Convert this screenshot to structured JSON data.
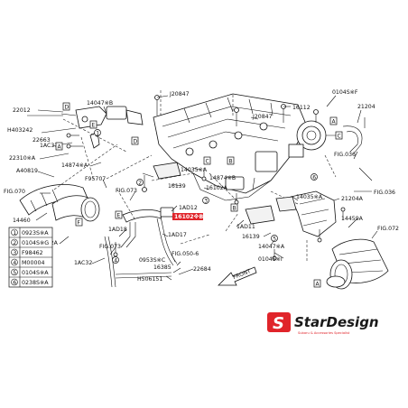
{
  "labels": {
    "l22012": "22012",
    "l14047B": "14047※B",
    "l22663": "22663",
    "lH403242": "H403242",
    "l1AC31": "1AC31",
    "l22310A": "22310※A",
    "lA40819": "A40819",
    "lFIG070": "FIG.070",
    "l14874A": "14874※A",
    "lF95707": "F95707",
    "lFIG073a": "FIG.073",
    "l14460": "14460",
    "l16102A1": "16102A",
    "l1AD18": "1AD18",
    "lFIG073b": "FIG.073",
    "l1AC32": "1AC32",
    "lJ20847a": "J20847",
    "lJ20847b": "J20847",
    "l16112": "16112",
    "l0104SF": "0104S※F",
    "l21204": "21204",
    "l14035A1": "14035※A",
    "l16139a": "16139",
    "l16102A2": "16102A",
    "l14874B": "14874※B",
    "l14035A2": "14035※A",
    "l21204A": "21204A",
    "lFIG036a": "FIG.036",
    "lFIG036b": "FIG.036",
    "l1AD12": "1AD12",
    "lRed": "16102※B",
    "l1AD11": "1AD11",
    "l1AD17": "1AD17",
    "lFIG050": "FIG.050-6",
    "l0953SC": "0953S※C",
    "l16385": "16385",
    "l22684": "22684",
    "lH506151": "H506151",
    "l16139b": "16139",
    "l14047A": "14047※A",
    "l0104SI": "0104S※I",
    "l14459A": "14459A",
    "lFIG072": "FIG.072",
    "lFRONT": "FRONT"
  },
  "legend": [
    {
      "num": "1",
      "code": "0923S※A"
    },
    {
      "num": "2",
      "code": "0104S※G"
    },
    {
      "num": "3",
      "code": "F98462"
    },
    {
      "num": "4",
      "code": "M00004"
    },
    {
      "num": "5",
      "code": "0104S※A"
    },
    {
      "num": "6",
      "code": "0238S※A"
    }
  ],
  "callouts": [
    "A",
    "B",
    "C",
    "D",
    "E",
    "F"
  ],
  "logo": {
    "brand": "StarDesign",
    "tagline": "Subaru & Accessories Specialist",
    "mark": "S",
    "color_red": "#e0242a",
    "color_dark": "#1a1a1a"
  },
  "highlight_color": "#e0242a"
}
